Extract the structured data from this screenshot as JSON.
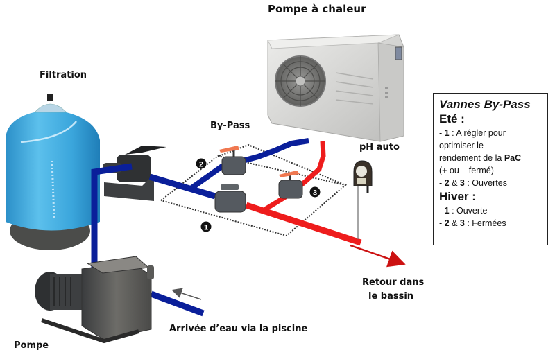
{
  "labels": {
    "heat_pump": "Pompe à chaleur",
    "filtration": "Filtration",
    "bypass": "By-Pass",
    "ph_auto": "pH auto",
    "return_line1": "Retour dans",
    "return_line2": "le bassin",
    "water_inlet": "Arrivée d’eau via la piscine",
    "pump": "Pompe"
  },
  "valves": [
    {
      "number": "1"
    },
    {
      "number": "2"
    },
    {
      "number": "3"
    }
  ],
  "legend": {
    "title": "Vannes By-Pass",
    "summer": {
      "heading": "Eté :",
      "lines": [
        {
          "prefix": "- ",
          "bold": "1",
          "text": " : A régler pour"
        },
        {
          "prefix": "",
          "bold": "",
          "text": "optimiser le"
        },
        {
          "prefix": "",
          "bold": "",
          "text": "rendement de la ",
          "bold_after": "PaC"
        },
        {
          "prefix": "",
          "bold": "",
          "text": "(+ ou – fermé)"
        },
        {
          "prefix": "- ",
          "bold": "2",
          "text": " & ",
          "bold2": "3",
          "text2": " : Ouvertes"
        }
      ]
    },
    "winter": {
      "heading": "Hiver :",
      "lines": [
        {
          "prefix": "- ",
          "bold": "1",
          "text": " : Ouverte"
        },
        {
          "prefix": "- ",
          "bold": "2",
          "text": " & ",
          "bold2": "3",
          "text2": " : Fermées"
        }
      ]
    }
  },
  "colors": {
    "cold_pipe": "#0a1f9a",
    "hot_pipe": "#ee1c1c",
    "filter_tank": "#3aa7dc",
    "valve_body": "#555a60",
    "valve_handle": "#f07850",
    "heat_pump_body": "#d8d8d6"
  }
}
